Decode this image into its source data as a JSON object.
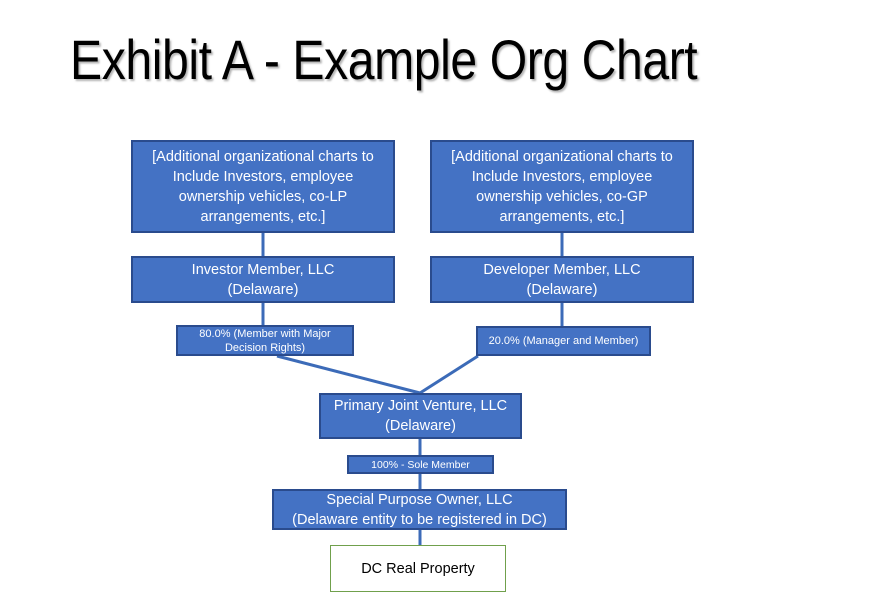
{
  "title": "Exhibit A - Example Org Chart",
  "colors": {
    "node_fill": "#4472C4",
    "node_border": "#2A4B8D",
    "node_text": "#FFFFFF",
    "connector": "#3C6BB8",
    "property_border": "#70A04C",
    "property_fill": "#FFFFFF",
    "property_text": "#000000",
    "title_text": "#000000",
    "background": "#FFFFFF"
  },
  "chart_data": {
    "type": "diagram",
    "title": "Exhibit A - Example Org Chart",
    "diagram_kind": "organizational-chart",
    "nodes": [
      {
        "id": "aux-left",
        "label": "[Additional organizational charts to Include Investors, employee ownership vehicles, co-LP arrangements, etc.]",
        "style": "blue-box",
        "level": 0
      },
      {
        "id": "aux-right",
        "label": "[Additional organizational charts to Include Investors, employee ownership vehicles, co-GP arrangements, etc.]",
        "style": "blue-box",
        "level": 0
      },
      {
        "id": "investor-member",
        "label": "Investor Member, LLC\n(Delaware)",
        "style": "blue-box",
        "level": 1
      },
      {
        "id": "developer-member",
        "label": "Developer Member, LLC\n(Delaware)",
        "style": "blue-box",
        "level": 1
      },
      {
        "id": "pct-left",
        "label": "80.0% (Member with Major Decision Rights)",
        "style": "blue-label",
        "level": 2,
        "value": 80.0
      },
      {
        "id": "pct-right",
        "label": "20.0% (Manager and Member)",
        "style": "blue-label",
        "level": 2,
        "value": 20.0
      },
      {
        "id": "primary-jv",
        "label": "Primary Joint Venture, LLC\n(Delaware)",
        "style": "blue-box",
        "level": 3
      },
      {
        "id": "pct-sole",
        "label": "100% - Sole Member",
        "style": "blue-label",
        "level": 4,
        "value": 100.0
      },
      {
        "id": "special-purpose-owner",
        "label": "Special Purpose Owner, LLC\n(Delaware entity to be registered in DC)",
        "style": "blue-box",
        "level": 5
      },
      {
        "id": "dc-real-property",
        "label": "DC Real Property",
        "style": "green-outline-box",
        "level": 6
      }
    ],
    "edges": [
      {
        "from": "aux-left",
        "to": "investor-member",
        "label": ""
      },
      {
        "from": "aux-right",
        "to": "developer-member",
        "label": ""
      },
      {
        "from": "investor-member",
        "to": "primary-jv",
        "label": "80.0% (Member with Major Decision Rights)"
      },
      {
        "from": "developer-member",
        "to": "primary-jv",
        "label": "20.0% (Manager and Member)"
      },
      {
        "from": "primary-jv",
        "to": "special-purpose-owner",
        "label": "100% - Sole Member"
      },
      {
        "from": "special-purpose-owner",
        "to": "dc-real-property",
        "label": ""
      }
    ]
  },
  "nodes": {
    "aux_left": {
      "text": "[Additional organizational charts to Include Investors, employee ownership vehicles, co-LP arrangements, etc.]"
    },
    "aux_right": {
      "text": "[Additional organizational charts to Include Investors, employee ownership vehicles, co-GP arrangements, etc.]"
    },
    "investor_member": {
      "text": "Investor Member, LLC\n(Delaware)"
    },
    "developer_member": {
      "text": "Developer Member, LLC\n(Delaware)"
    },
    "pct_left": {
      "text": "80.0% (Member with Major\nDecision Rights)"
    },
    "pct_right": {
      "text": "20.0% (Manager and Member)"
    },
    "primary_jv": {
      "text": "Primary Joint Venture, LLC\n(Delaware)"
    },
    "pct_sole": {
      "text": "100% - Sole Member"
    },
    "special_purpose_owner": {
      "text": "Special Purpose Owner, LLC\n(Delaware entity to be registered in DC)"
    },
    "dc_real_property": {
      "text": "DC Real Property"
    }
  }
}
